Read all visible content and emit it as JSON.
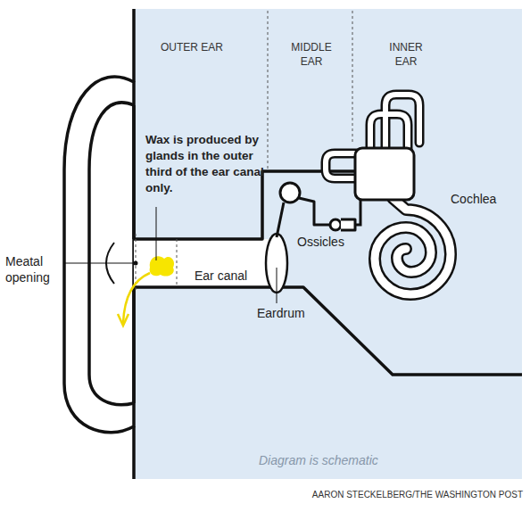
{
  "diagram": {
    "labels": [
      "OUTER EAR",
      "MIDDLE EAR",
      "INNER EAR",
      "Wax is produced by glands in the outer third of the ear canal only.",
      "Meatal opening",
      "Ear canal",
      "Ossicles",
      "Eardrum",
      "Cochlea",
      "Diagram is schematic",
      "AARON STECKELBERG/THE WASHINGTON POST"
    ]
  }
}
